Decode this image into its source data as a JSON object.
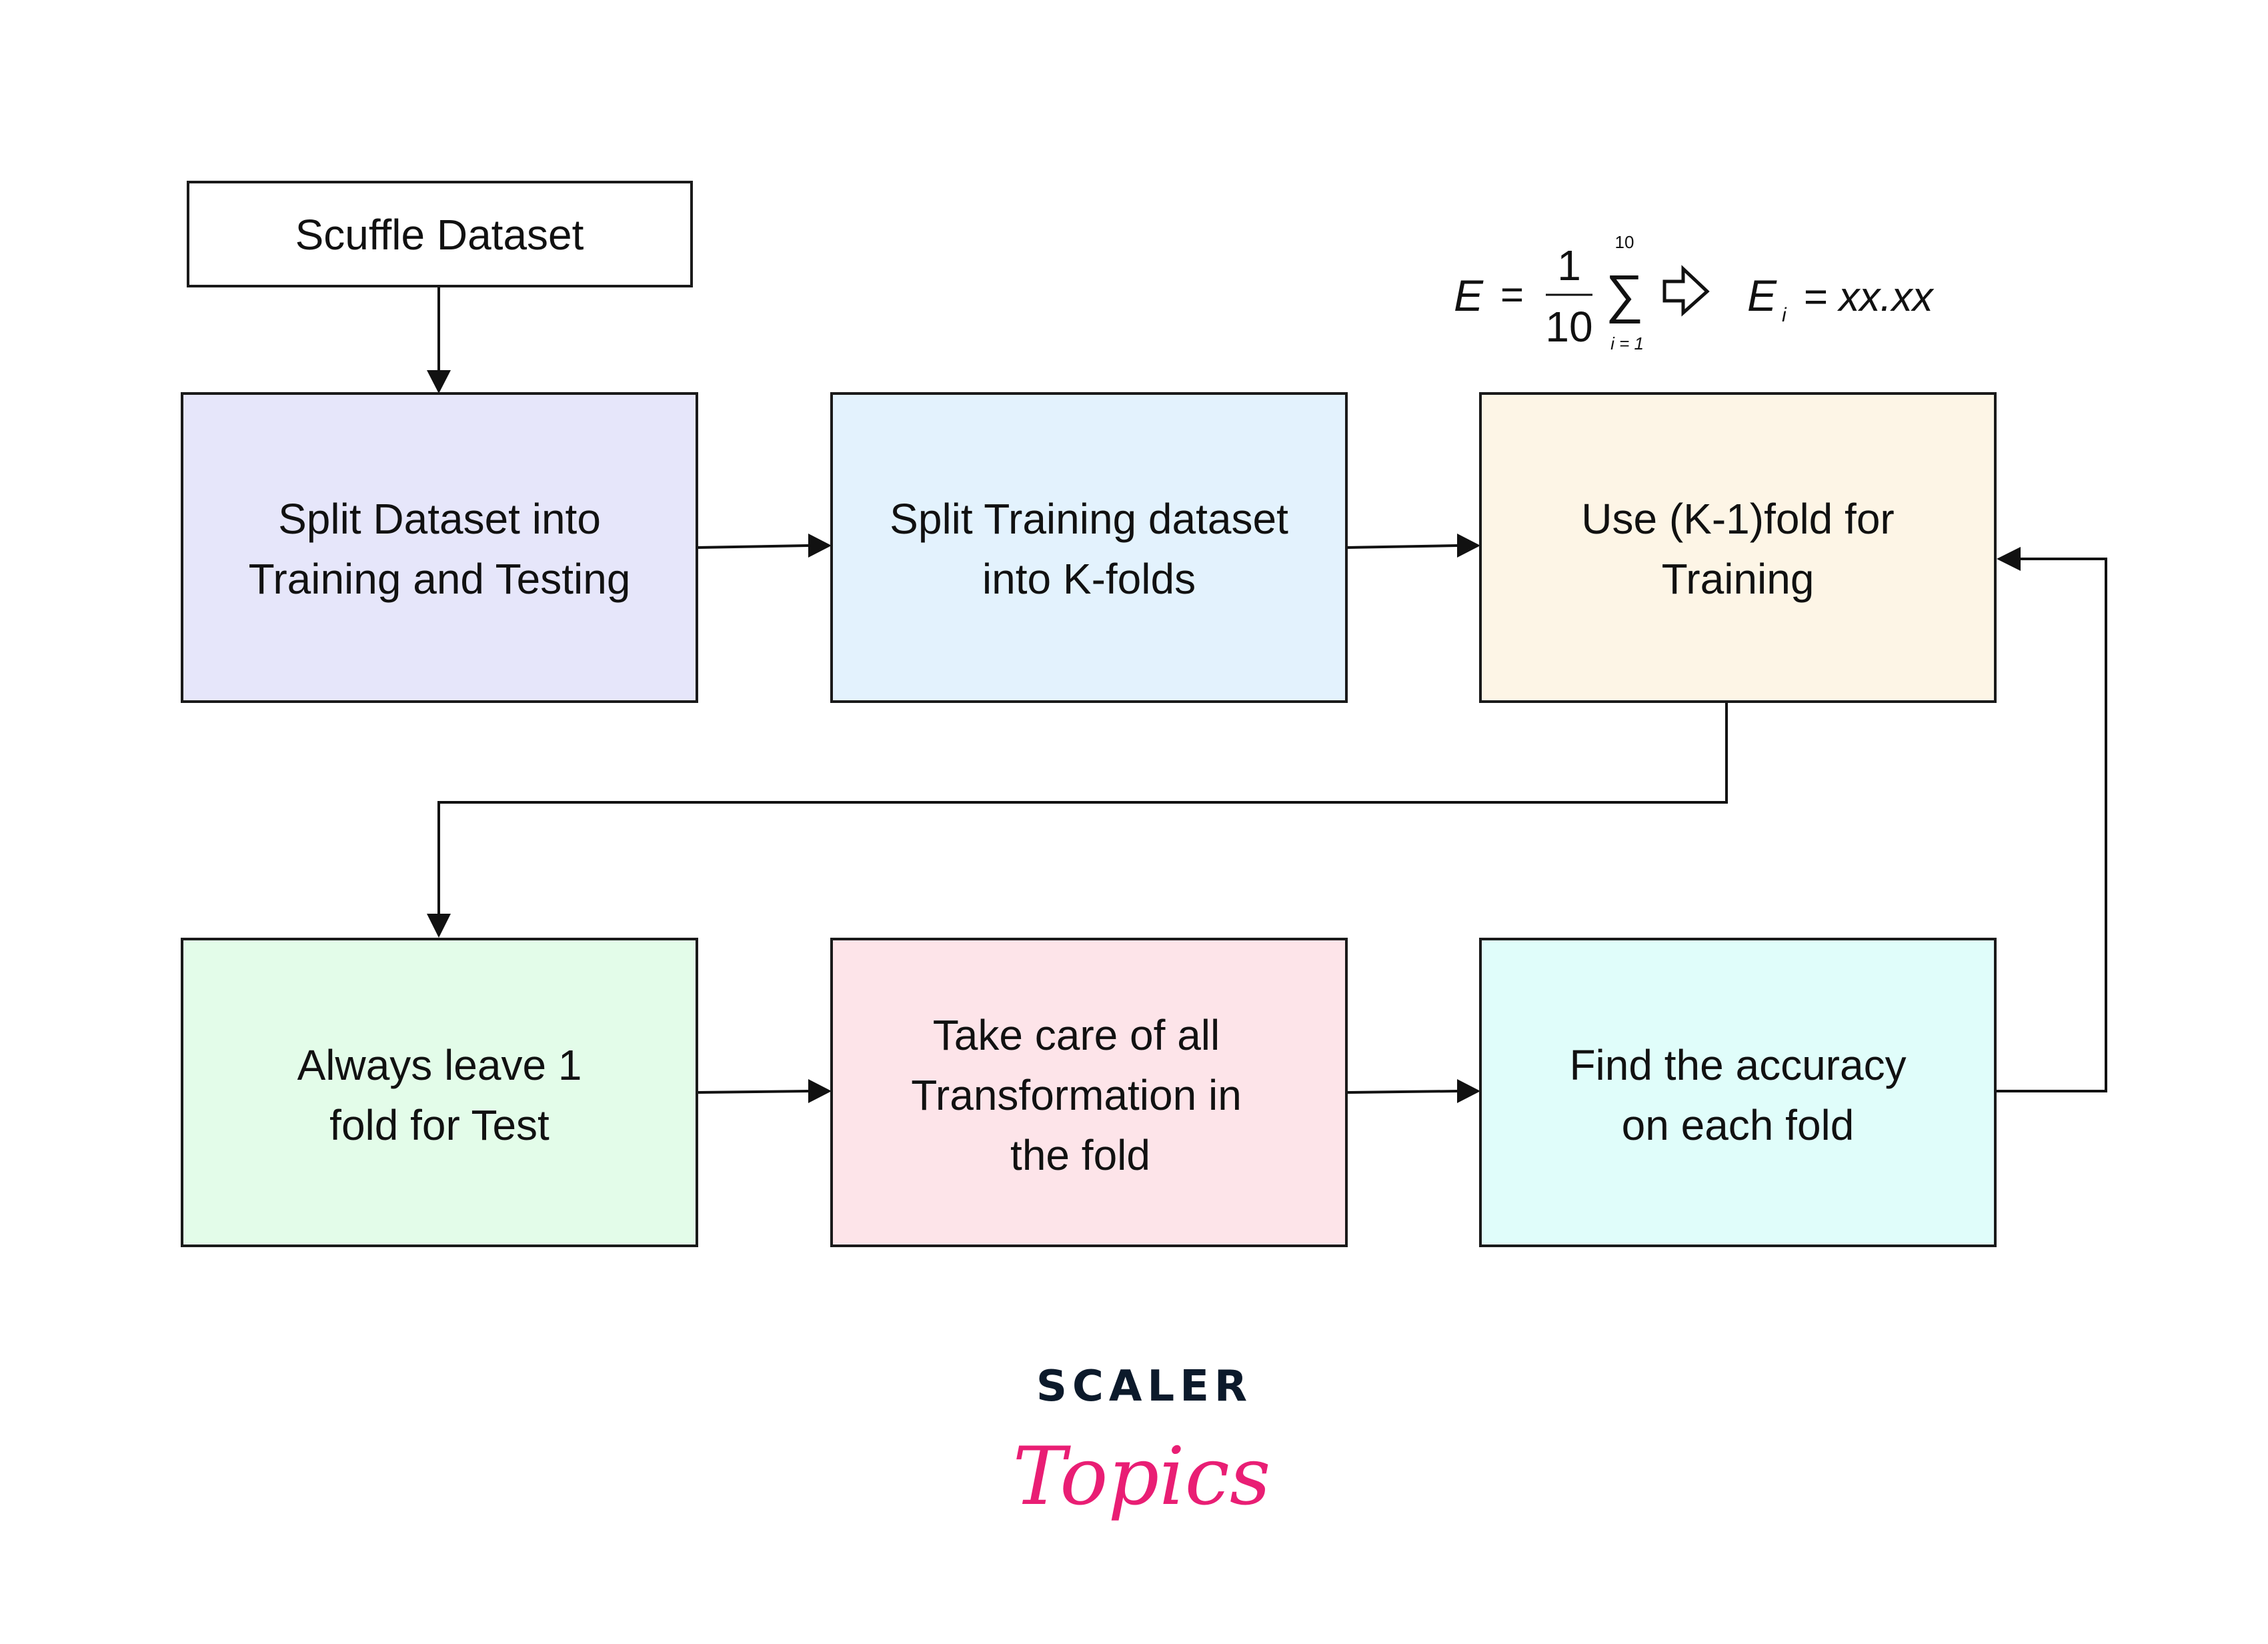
{
  "nodes": {
    "shuffle": {
      "lines": [
        "Scuffle Dataset"
      ],
      "color": "#ffffff"
    },
    "split_train_test": {
      "lines": [
        "Split Dataset into",
        "Training and Testing"
      ],
      "color": "#e6e6fa"
    },
    "split_kfolds": {
      "lines": [
        "Split Training dataset",
        "into K-folds"
      ],
      "color": "#e3f2fd"
    },
    "use_k_minus_1": {
      "lines": [
        "Use (K-1)fold for",
        "Training"
      ],
      "color": "#fdf5e6"
    },
    "leave_one": {
      "lines": [
        "Always leave 1",
        "fold for Test"
      ],
      "color": "#e3fce9"
    },
    "transform": {
      "lines": [
        "Take care of all",
        "Transformation in",
        "the fold"
      ],
      "color": "#fde4e9"
    },
    "accuracy": {
      "lines": [
        "Find the accuracy",
        "on each fold"
      ],
      "color": "#e0fdfa"
    }
  },
  "formula": {
    "lhs": "E",
    "eq": "=",
    "numerator": "1",
    "denominator": "10",
    "sum_upper": "10",
    "sum_lower": "i = 1",
    "sigma": "∑",
    "result_var": "E",
    "result_sub": "i",
    "result_value": "= xx.xx"
  },
  "logo": {
    "top": "SCALER",
    "bottom": "Topics",
    "top_color": "#0c1a2b",
    "bottom_color": "#e91e74"
  }
}
